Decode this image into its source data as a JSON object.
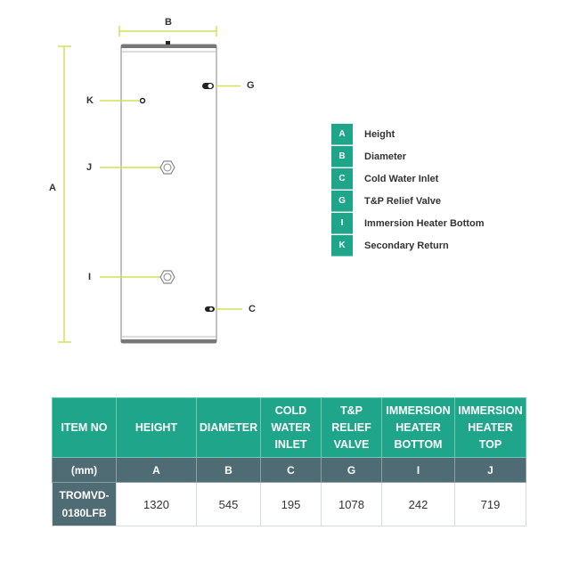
{
  "diagram": {
    "labels": {
      "A": "A",
      "B": "B",
      "C": "C",
      "G": "G",
      "I": "I",
      "J": "J",
      "K": "K"
    },
    "accent_line_color": "#d4e157"
  },
  "legend": {
    "items": [
      {
        "key": "A",
        "label": "Height"
      },
      {
        "key": "B",
        "label": "Diameter"
      },
      {
        "key": "C",
        "label": "Cold Water Inlet"
      },
      {
        "key": "G",
        "label": "T&P Relief Valve"
      },
      {
        "key": "I",
        "label": "Immersion Heater Bottom"
      },
      {
        "key": "K",
        "label": "Secondary Return"
      }
    ],
    "key_color": "#1fa58a"
  },
  "table": {
    "headers": [
      "ITEM NO",
      "HEIGHT",
      "DIAMETER",
      "COLD WATER INLET",
      "T&P RELIEF VALVE",
      "IMMERSION HEATER BOTTOM",
      "IMMERSION HEATER TOP"
    ],
    "header_lines": [
      [
        "ITEM NO"
      ],
      [
        "HEIGHT"
      ],
      [
        "DIAMETER"
      ],
      [
        "COLD",
        "WATER",
        "INLET"
      ],
      [
        "T&P",
        "RELIEF",
        "VALVE"
      ],
      [
        "IMMERSION",
        "HEATER",
        "BOTTOM"
      ],
      [
        "IMMERSION",
        "HEATER",
        "TOP"
      ]
    ],
    "units_row": [
      "(mm)",
      "A",
      "B",
      "C",
      "G",
      "I",
      "J"
    ],
    "rows": [
      {
        "item_no_lines": [
          "TROMVD-",
          "0180LFB"
        ],
        "item_no": "TROMVD-0180LFB",
        "values": [
          "1320",
          "545",
          "195",
          "1078",
          "242",
          "719"
        ]
      }
    ],
    "header_color": "#1fa58a",
    "sub_color": "#4f6c74"
  }
}
